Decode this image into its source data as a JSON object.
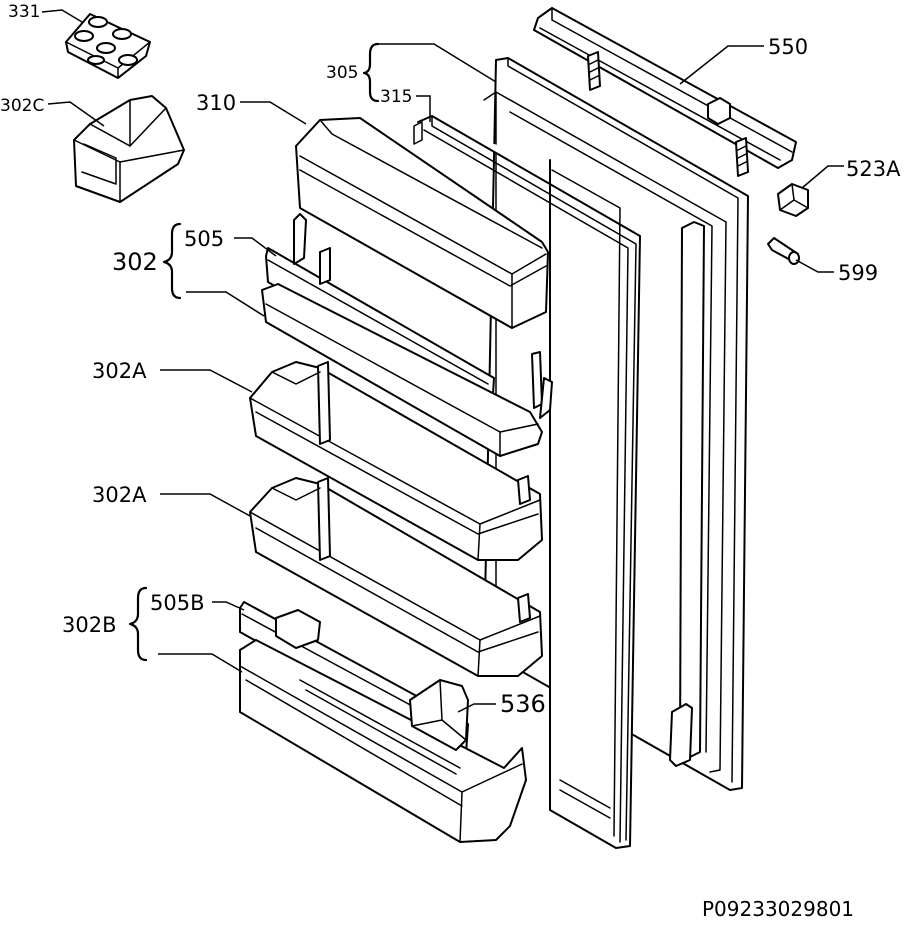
{
  "labels": {
    "l331": "331",
    "l302c": "302C",
    "l310": "310",
    "l305": "305",
    "l315": "315",
    "l550": "550",
    "l523a": "523A",
    "l599": "599",
    "l505": "505",
    "l302": "302",
    "l302a_1": "302A",
    "l302a_2": "302A",
    "l505b": "505B",
    "l302b": "302B",
    "l536": "536"
  },
  "drawing_code": "P09233029801"
}
